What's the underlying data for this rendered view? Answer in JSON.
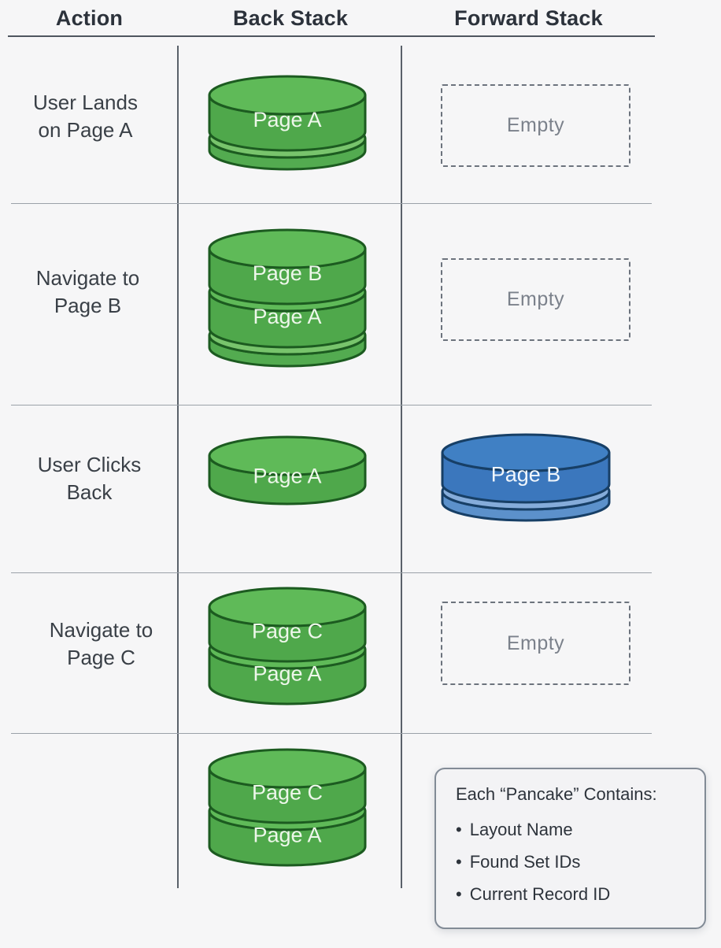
{
  "header": {
    "columns": [
      "Action",
      "Back Stack",
      "Forward Stack"
    ]
  },
  "rows": [
    {
      "action": "User Lands\non Page A",
      "back_stack": {
        "color": "green",
        "pages": [
          "Page A"
        ],
        "base_slice": true
      },
      "forward_stack": {
        "type": "empty",
        "label": "Empty"
      }
    },
    {
      "action": "Navigate to\nPage B",
      "back_stack": {
        "color": "green",
        "pages": [
          "Page B",
          "Page A"
        ],
        "base_slice": true
      },
      "forward_stack": {
        "type": "empty",
        "label": "Empty"
      }
    },
    {
      "action": "User Clicks\nBack",
      "back_stack": {
        "color": "green",
        "pages": [
          "Page A"
        ],
        "base_slice": false
      },
      "forward_stack": {
        "type": "stack",
        "color": "blue",
        "pages": [
          "Page B"
        ],
        "base_slice": true
      }
    },
    {
      "action": "Navigate to\nPage C",
      "back_stack": {
        "color": "green",
        "pages": [
          "Page C",
          "Page A"
        ],
        "base_slice": false
      },
      "forward_stack": {
        "type": "empty",
        "label": "Empty"
      }
    },
    {
      "action": "",
      "back_stack": {
        "color": "green",
        "pages": [
          "Page C",
          "Page A"
        ],
        "base_slice": false
      },
      "forward_stack": {
        "type": "legend"
      }
    }
  ],
  "legend": {
    "title": "Each “Pancake” Contains:",
    "items": [
      "Layout Name",
      "Found Set IDs",
      "Current Record ID"
    ]
  },
  "colors": {
    "green": {
      "top": "#5fba58",
      "body": "#4fa84b",
      "slice_top": "#78c46c",
      "slice_body": "#53ab50",
      "outline": "#1c5b20",
      "label": "#edf7ea"
    },
    "blue": {
      "top": "#4080c4",
      "body": "#3b77bd",
      "slice_top": "#85acda",
      "slice_body": "#5c91cb",
      "outline": "#173f66",
      "label": "#f0f6fc"
    },
    "background": "#f6f6f7",
    "header_text": "#2c323b",
    "action_text": "#3a4047",
    "empty_text": "#7b818b",
    "grid_line": "#9ba1a8"
  }
}
